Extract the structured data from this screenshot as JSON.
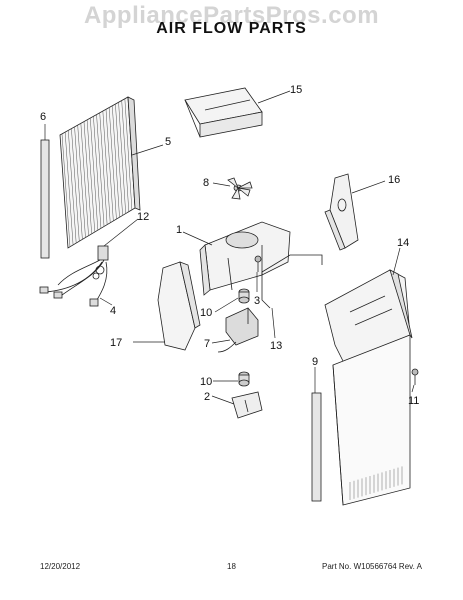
{
  "watermark": "AppliancePartsPros.com",
  "title": "AIR FLOW PARTS",
  "callouts": [
    {
      "id": "15",
      "label": "15"
    },
    {
      "id": "6",
      "label": "6"
    },
    {
      "id": "5",
      "label": "5"
    },
    {
      "id": "8",
      "label": "8"
    },
    {
      "id": "16",
      "label": "16"
    },
    {
      "id": "12",
      "label": "12"
    },
    {
      "id": "1",
      "label": "1"
    },
    {
      "id": "14",
      "label": "14"
    },
    {
      "id": "3",
      "label": "3"
    },
    {
      "id": "4",
      "label": "4"
    },
    {
      "id": "10a",
      "label": "10"
    },
    {
      "id": "17",
      "label": "17"
    },
    {
      "id": "7",
      "label": "7"
    },
    {
      "id": "13",
      "label": "13"
    },
    {
      "id": "9",
      "label": "9"
    },
    {
      "id": "10b",
      "label": "10"
    },
    {
      "id": "2",
      "label": "2"
    },
    {
      "id": "11",
      "label": "11"
    }
  ],
  "footer": {
    "date": "12/20/2012",
    "page": "18",
    "part": "Part No. W10566764  Rev. A"
  }
}
